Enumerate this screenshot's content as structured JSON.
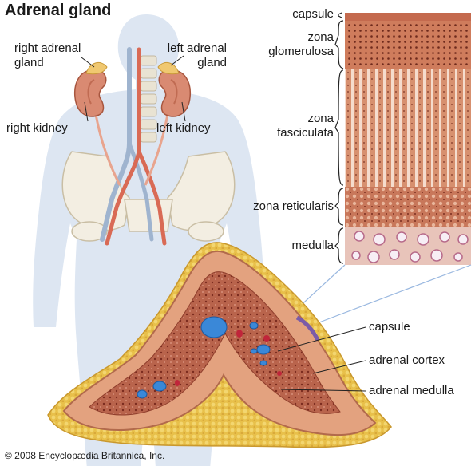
{
  "title": "Adrenal gland",
  "labels": {
    "right_adrenal_gland": "right adrenal gland",
    "left_adrenal_gland": "left adrenal gland",
    "right_kidney": "right kidney",
    "left_kidney": "left kidney",
    "capsule_top": "capsule",
    "zona_glomerulosa": "zona glomerulosa",
    "zona_fasciculata": "zona fasciculata",
    "zona_reticularis": "zona reticularis",
    "medulla": "medulla",
    "capsule": "capsule",
    "adrenal_cortex": "adrenal cortex",
    "adrenal_medulla": "adrenal medulla"
  },
  "label_lines": {
    "right_adrenal_gland": [
      "right adrenal",
      "gland"
    ],
    "left_adrenal_gland": [
      "left adrenal",
      "gland"
    ],
    "zona_glomerulosa": [
      "zona",
      "glomerulosa"
    ],
    "zona_fasciculata": [
      "zona",
      "fasciculata"
    ]
  },
  "copyright": "© 2008 Encyclopædia Britannica, Inc.",
  "colors": {
    "body_silhouette": "#dde6f2",
    "kidney": "#d98a72",
    "adrenal": "#f0c870",
    "artery": "#d96a55",
    "vein": "#9fb4cf",
    "cortex": "#e3a27f",
    "capsule": "#e8c24a",
    "medulla_tissue": "#b8553f",
    "vessel_blue": "#3a88d8"
  }
}
